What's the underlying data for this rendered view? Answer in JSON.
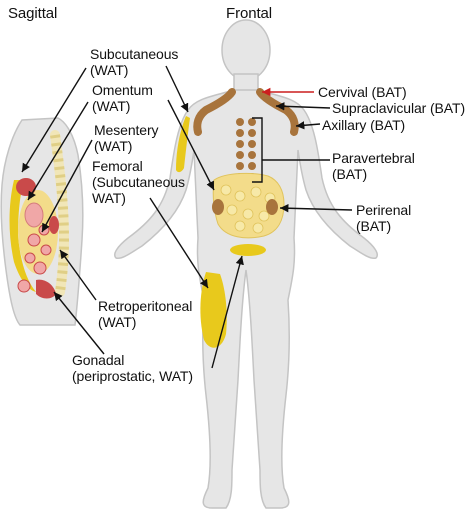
{
  "views": {
    "sagittal": "Sagittal",
    "frontal": "Frontal"
  },
  "labels": {
    "subcutaneous": "Subcutaneous\n(WAT)",
    "omentum": "Omentum\n(WAT)",
    "mesentery": "Mesentery\n(WAT)",
    "femoral": "Femoral\n(Subcutaneous\nWAT)",
    "retroperitoneal": "Retroperitoneal\n(WAT)",
    "gonadal": "Gonadal\n(periprostatic, WAT)",
    "cervival": "Cervival (BAT)",
    "supraclavicular": "Supraclavicular (BAT)",
    "axillary": "Axillary (BAT)",
    "paravertebral": "Paravertebral\n(BAT)",
    "perirenal": "Perirenal\n(BAT)"
  },
  "colors": {
    "body_fill": "#e6e6e6",
    "body_outline": "#c4c4c4",
    "wat_yellow": "#e8c91c",
    "wat_light": "#f3dc8a",
    "bat_brown": "#a8743c",
    "organ_pink": "#f0a7a7",
    "organ_red": "#c94a4a",
    "pointer_red": "#cc1f1f",
    "pointer_black": "#111111"
  }
}
